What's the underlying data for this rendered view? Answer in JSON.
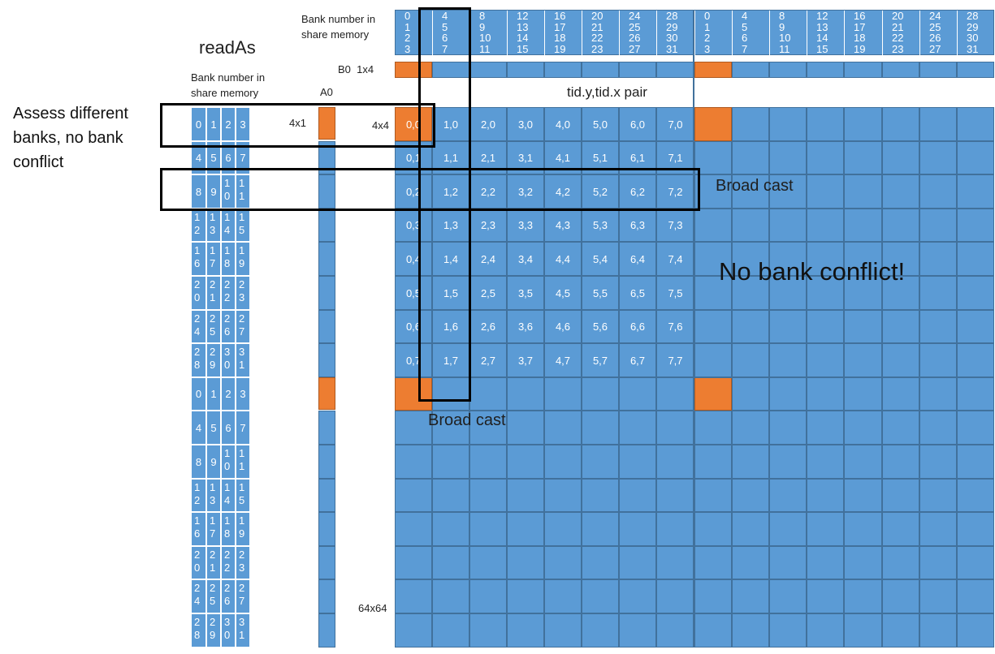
{
  "labels": {
    "bank_header": "Bank number in\nshare memory",
    "read_as": "readAs",
    "bank_left": "Bank number in\nshare memory",
    "b0": "B0",
    "b0_size": "1x4",
    "a0": "A0",
    "a0_size": "4x1",
    "tile_size": "4x4",
    "pair_header": "tid.y,tid.x pair",
    "assess": "Assess different\nbanks, no bank\nconflict",
    "broadcast_row": "Broad cast",
    "broadcast_col": "Broad cast",
    "no_conflict": "No bank conflict!",
    "size_64": "64x64"
  },
  "bank_columns": [
    [
      "0",
      "1",
      "2",
      "3"
    ],
    [
      "4",
      "5",
      "6",
      "7"
    ],
    [
      "8",
      "9",
      "10",
      "11"
    ],
    [
      "12",
      "13",
      "14",
      "15"
    ],
    [
      "16",
      "17",
      "18",
      "19"
    ],
    [
      "20",
      "21",
      "22",
      "23"
    ],
    [
      "24",
      "25",
      "26",
      "27"
    ],
    [
      "28",
      "29",
      "30",
      "31"
    ],
    [
      "0",
      "1",
      "2",
      "3"
    ],
    [
      "4",
      "5",
      "6",
      "7"
    ],
    [
      "8",
      "9",
      "10",
      "11"
    ],
    [
      "12",
      "13",
      "14",
      "15"
    ],
    [
      "16",
      "17",
      "18",
      "19"
    ],
    [
      "20",
      "21",
      "22",
      "23"
    ],
    [
      "24",
      "25",
      "26",
      "27"
    ],
    [
      "28",
      "29",
      "30",
      "31"
    ]
  ],
  "pair_rows": [
    [
      "0,0",
      "1,0",
      "2,0",
      "3,0",
      "4,0",
      "5,0",
      "6,0",
      "7,0"
    ],
    [
      "0,1",
      "1,1",
      "2,1",
      "3,1",
      "4,1",
      "5,1",
      "6,1",
      "7,1"
    ],
    [
      "0,2",
      "1,2",
      "2,2",
      "3,2",
      "4,2",
      "5,2",
      "6,2",
      "7,2"
    ],
    [
      "0,3",
      "1,3",
      "2,3",
      "3,3",
      "4,3",
      "5,3",
      "6,3",
      "7,3"
    ],
    [
      "0,4",
      "1,4",
      "2,4",
      "3,4",
      "4,4",
      "5,4",
      "6,4",
      "7,4"
    ],
    [
      "0,5",
      "1,5",
      "2,5",
      "3,5",
      "4,5",
      "5,5",
      "6,5",
      "7,5"
    ],
    [
      "0,6",
      "1,6",
      "2,6",
      "3,6",
      "4,6",
      "5,6",
      "6,6",
      "7,6"
    ],
    [
      "0,7",
      "1,7",
      "2,7",
      "3,7",
      "4,7",
      "5,7",
      "6,7",
      "7,7"
    ]
  ],
  "smem_rows": [
    [
      [
        "0"
      ],
      [
        "1"
      ],
      [
        "2"
      ],
      [
        "3"
      ]
    ],
    [
      [
        "4"
      ],
      [
        "5"
      ],
      [
        "6"
      ],
      [
        "7"
      ]
    ],
    [
      [
        "8"
      ],
      [
        "9"
      ],
      [
        "1",
        "0"
      ],
      [
        "1",
        "1"
      ]
    ],
    [
      [
        "1",
        "2"
      ],
      [
        "1",
        "3"
      ],
      [
        "1",
        "4"
      ],
      [
        "1",
        "5"
      ]
    ],
    [
      [
        "1",
        "6"
      ],
      [
        "1",
        "7"
      ],
      [
        "1",
        "8"
      ],
      [
        "1",
        "9"
      ]
    ],
    [
      [
        "2",
        "0"
      ],
      [
        "2",
        "1"
      ],
      [
        "2",
        "2"
      ],
      [
        "2",
        "3"
      ]
    ],
    [
      [
        "2",
        "4"
      ],
      [
        "2",
        "5"
      ],
      [
        "2",
        "6"
      ],
      [
        "2",
        "7"
      ]
    ],
    [
      [
        "2",
        "8"
      ],
      [
        "2",
        "9"
      ],
      [
        "3",
        "0"
      ],
      [
        "3",
        "1"
      ]
    ]
  ],
  "colors": {
    "blue": "#5b9bd5",
    "orange": "#ed7d31",
    "outline": "#000000"
  }
}
